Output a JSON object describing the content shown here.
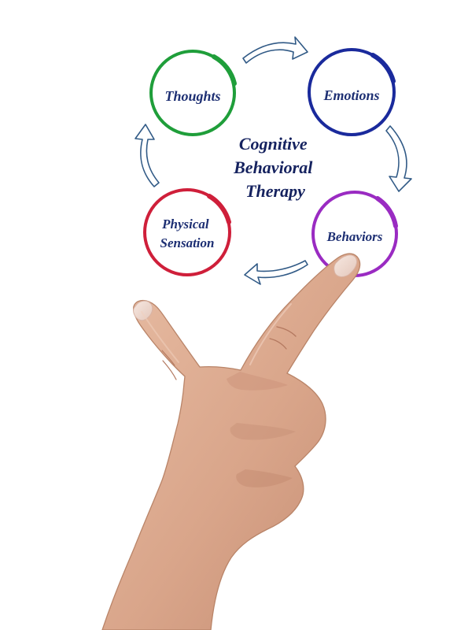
{
  "diagram": {
    "title_lines": [
      "Cognitive",
      "Behavioral",
      "Therapy"
    ],
    "nodes": [
      {
        "id": "thoughts",
        "lines": [
          "Thoughts"
        ],
        "color": "#1f9e3a"
      },
      {
        "id": "emotions",
        "lines": [
          "Emotions"
        ],
        "color": "#1a2a9c"
      },
      {
        "id": "behaviors",
        "lines": [
          "Behaviors"
        ],
        "color": "#9a2bc2"
      },
      {
        "id": "physical-sensation",
        "lines": [
          "Physical",
          "Sensation"
        ],
        "color": "#cf1f3a"
      }
    ],
    "arrow_color": "#315a86",
    "text_color": "#1d2f73"
  },
  "scene": {
    "pointing_hand": "pointing-hand",
    "skin_color": "#dba98f",
    "skin_shadow": "#c58f74"
  }
}
